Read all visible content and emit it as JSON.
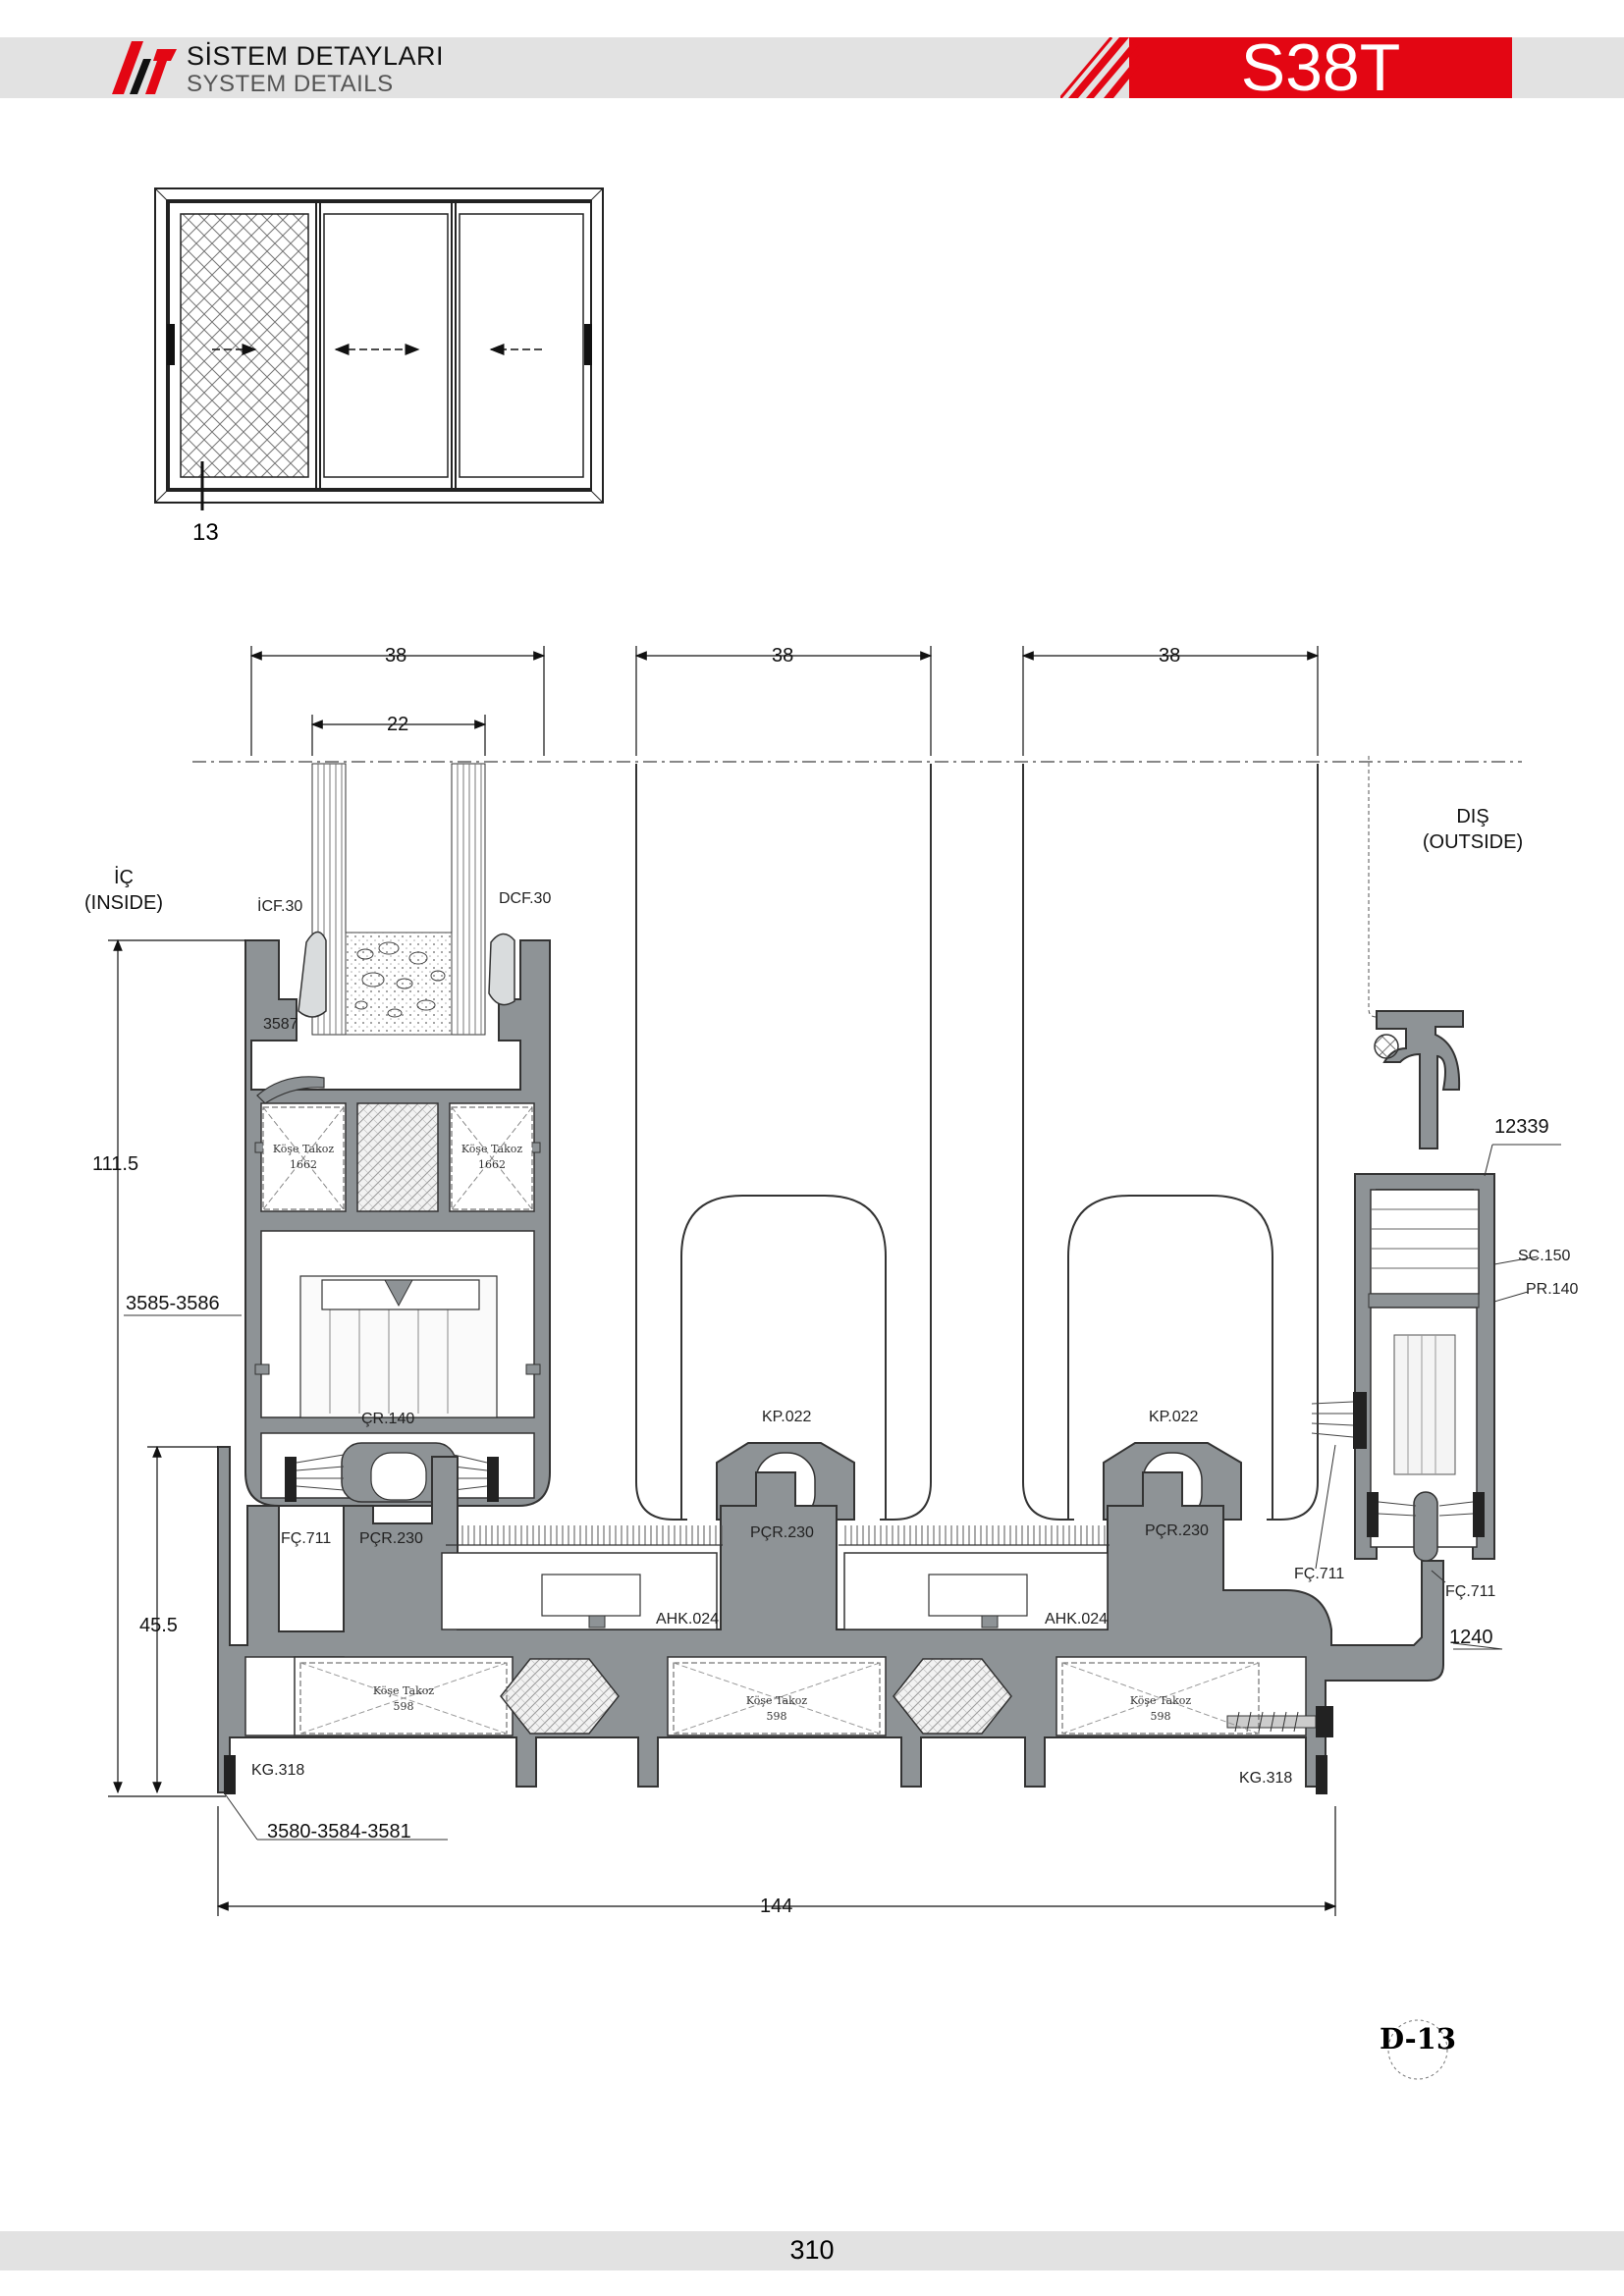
{
  "header": {
    "title_tr": "SİSTEM DETAYLARI",
    "title_en": "SYSTEM DETAILS",
    "series_code": "S38T",
    "colors": {
      "bar": "#e2e2e2",
      "brand_red": "#e30613",
      "profile_grey": "#8e9396"
    }
  },
  "elevation": {
    "callout": "13"
  },
  "section": {
    "dimensions": {
      "sash_width_1": "38",
      "sash_width_2": "38",
      "sash_width_3": "38",
      "glass_thickness": "22",
      "sash_height": "111.5",
      "frame_height": "45.5",
      "total_width": "144"
    },
    "sides": {
      "inside_tr": "İÇ",
      "inside_en": "(INSIDE)",
      "outside_tr": "DIŞ",
      "outside_en": "(OUTSIDE)"
    },
    "labels": {
      "icf": "İCF.30",
      "dcf": "DCF.30",
      "profile_3587": "3587",
      "profile_3585": "3585-3586",
      "cr140": "ÇR.140",
      "fc711_left": "FÇ.711",
      "pcr_left": "PÇR.230",
      "kp_mid": "KP.022",
      "kp_right": "KP.022",
      "pcr_mid": "PÇR.230",
      "pcr_right": "PÇR.230",
      "ahk_mid": "AHK.024",
      "ahk_right": "AHK.024",
      "kg_left": "KG.318",
      "kg_right": "KG.318",
      "profile_frame": "3580-3584-3581",
      "profile_12339": "12339",
      "sc150": "SC.150",
      "pr140": "PR.140",
      "fc711_r1": "FÇ.711",
      "fc711_r2": "FÇ.711",
      "profile_1240": "1240"
    },
    "corner_blocks": {
      "top_left": {
        "title": "Köşe Takoz",
        "code": "1662"
      },
      "top_right": {
        "title": "Köşe Takoz",
        "code": "1662"
      },
      "bottom_1": {
        "title": "Köşe Takoz",
        "code": "598"
      },
      "bottom_2": {
        "title": "Köşe Takoz",
        "code": "598"
      },
      "bottom_3": {
        "title": "Köşe Takoz",
        "code": "598"
      }
    }
  },
  "detail_ref": "D-13",
  "page_number": "310"
}
